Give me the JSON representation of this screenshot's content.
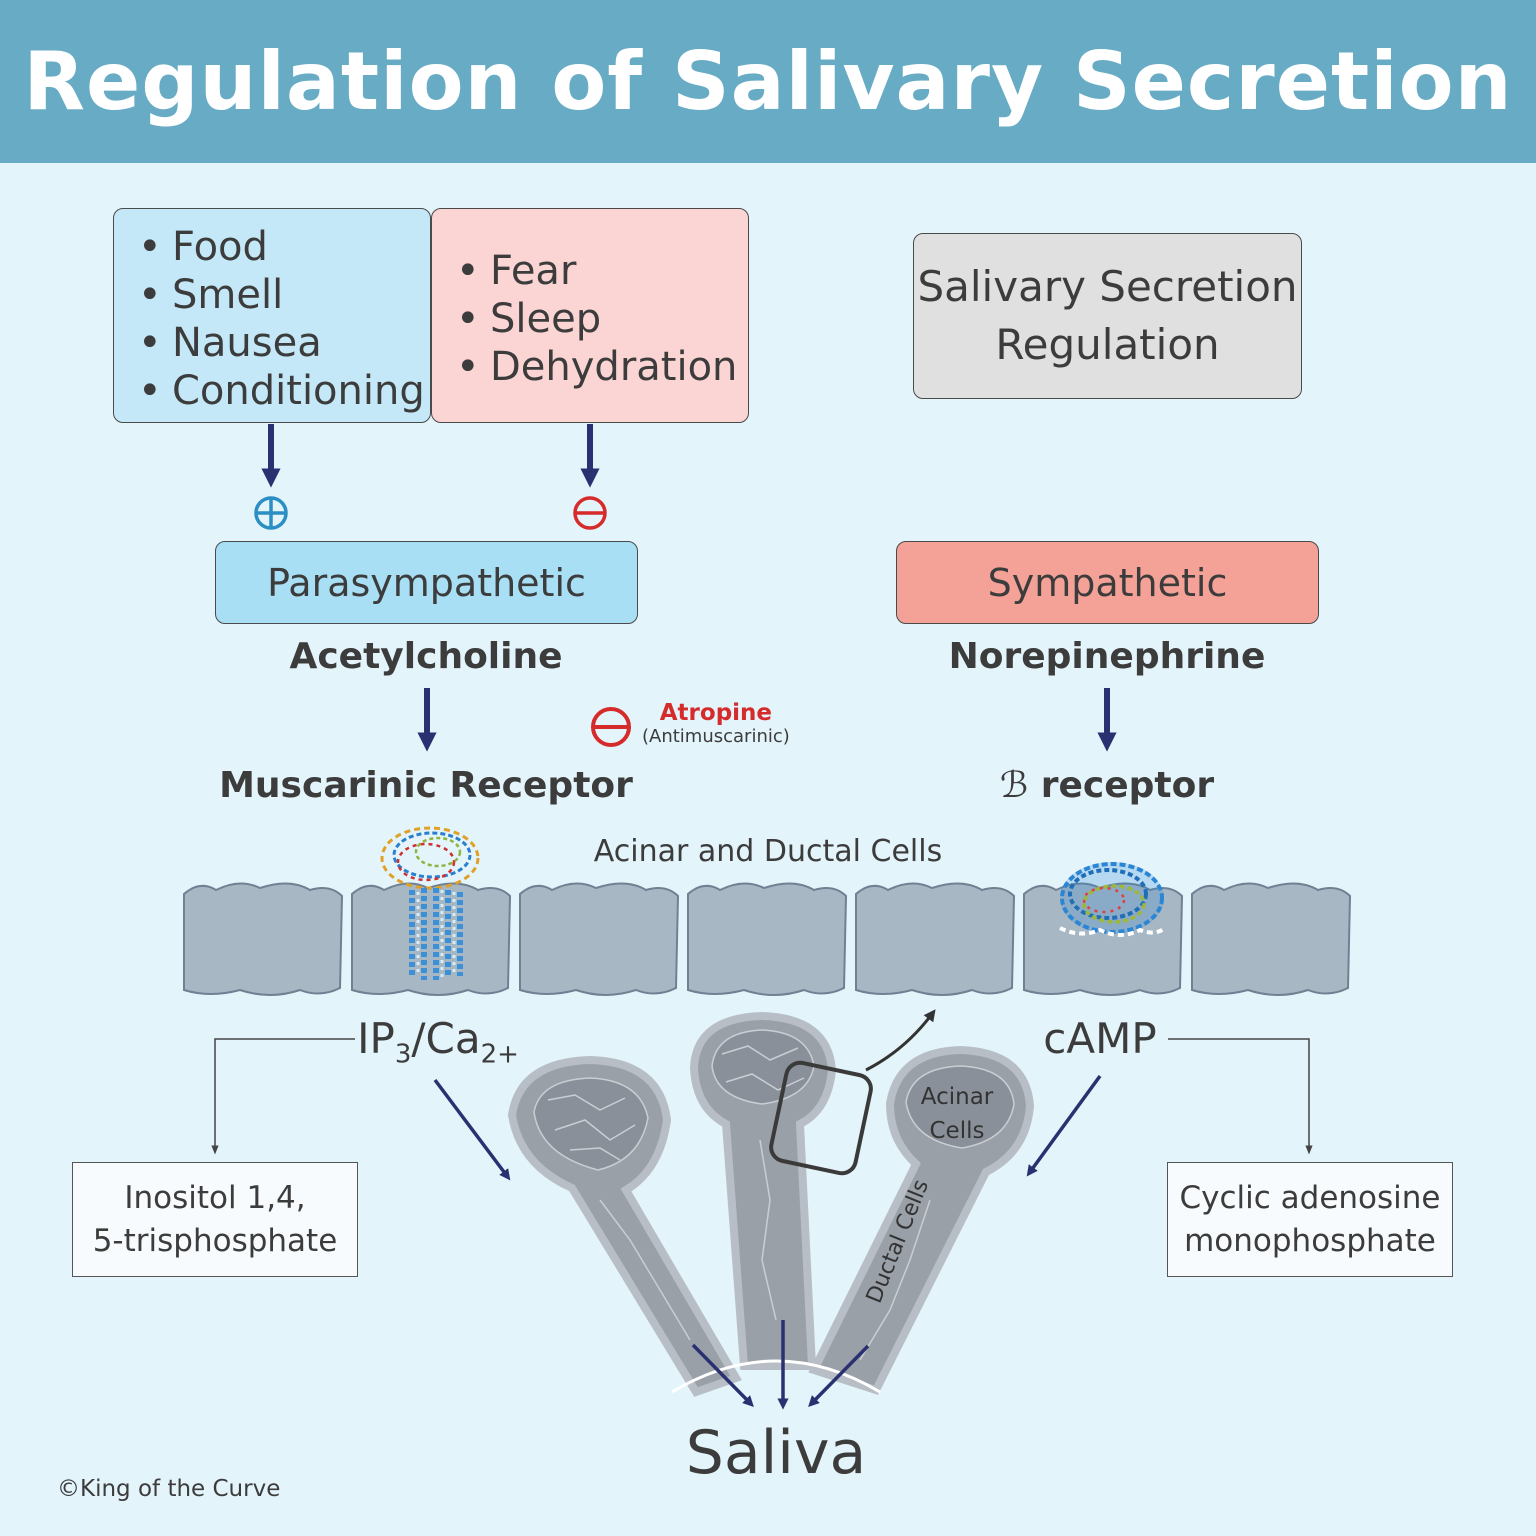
{
  "title": "Regulation of Salivary Secretion",
  "stimulating_factors": [
    "Food",
    "Smell",
    "Nausea",
    "Conditioning"
  ],
  "inhibiting_factors": [
    "Fear",
    "Sleep",
    "Dehydration"
  ],
  "summary_box": {
    "line1": "Salivary Secretion",
    "line2": "Regulation"
  },
  "signs": {
    "plus": "⊕",
    "minus": "⊖"
  },
  "parasympathetic": {
    "label": "Parasympathetic",
    "neurotransmitter": "Acetylcholine",
    "receptor": "Muscarinic Receptor",
    "second_messenger": {
      "ip": "IP",
      "ip_sub": "3",
      "ca": "/Ca",
      "ca_sub": "2+"
    },
    "definition": {
      "line1": "Inositol 1,4,",
      "line2": "5-trisphosphate"
    }
  },
  "sympathetic": {
    "label": "Sympathetic",
    "neurotransmitter": "Norepinephrine",
    "receptor_symbol": "ℬ",
    "receptor_text": "receptor",
    "second_messenger": "cAMP",
    "definition": {
      "line1": "Cyclic adenosine",
      "line2": "monophosphate"
    }
  },
  "atropine": {
    "name": "Atropine",
    "note": "(Antimuscarinic)"
  },
  "cells_label": "Acinar and Ductal Cells",
  "gland_labels": {
    "acinar_line1": "Acinar",
    "acinar_line2": "Cells",
    "ductal": "Ductal Cells"
  },
  "output": "Saliva",
  "copyright": "©King of the Curve",
  "colors": {
    "header": "#67abc5",
    "background": "#e4f4fb",
    "stimulate_box": "#c4e8f7",
    "inhibit_box": "#fbd4d4",
    "parasympathetic": "#a8dff5",
    "sympathetic": "#f4a297",
    "arrow": "#2a3171",
    "plus_sign": "#2b8fc4",
    "minus_sign": "#d52b2b"
  }
}
